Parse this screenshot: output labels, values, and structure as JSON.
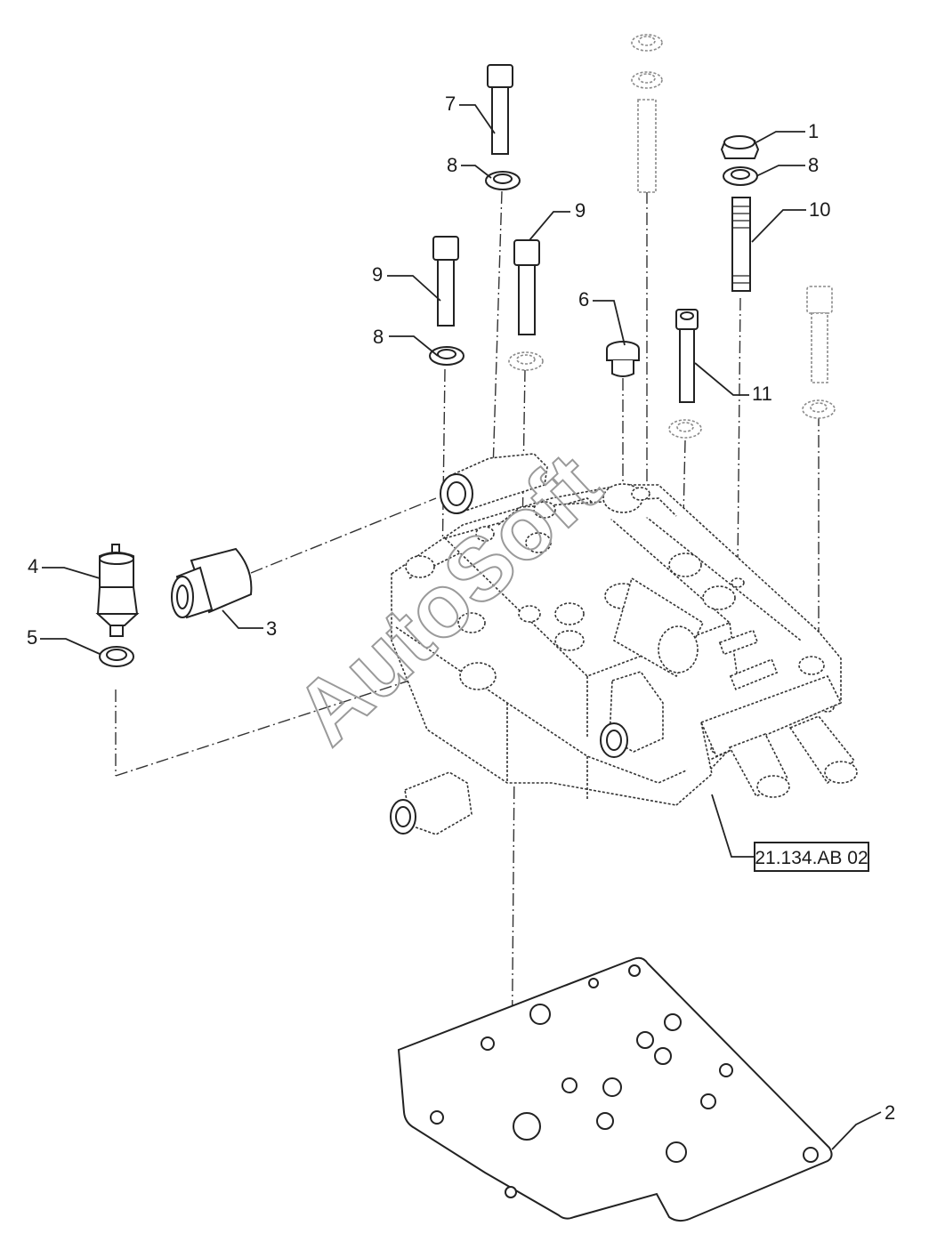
{
  "watermark": "AutoSoft",
  "reference": "21.134.AB 02",
  "callouts": [
    {
      "id": "c1",
      "text": "1"
    },
    {
      "id": "c2",
      "text": "2"
    },
    {
      "id": "c3",
      "text": "3"
    },
    {
      "id": "c4",
      "text": "4"
    },
    {
      "id": "c5",
      "text": "5"
    },
    {
      "id": "c6",
      "text": "6"
    },
    {
      "id": "c7",
      "text": "7"
    },
    {
      "id": "c8a",
      "text": "8"
    },
    {
      "id": "c8b",
      "text": "8"
    },
    {
      "id": "c8c",
      "text": "8"
    },
    {
      "id": "c9a",
      "text": "9"
    },
    {
      "id": "c9b",
      "text": "9"
    },
    {
      "id": "c10",
      "text": "10"
    },
    {
      "id": "c11",
      "text": "11"
    }
  ]
}
